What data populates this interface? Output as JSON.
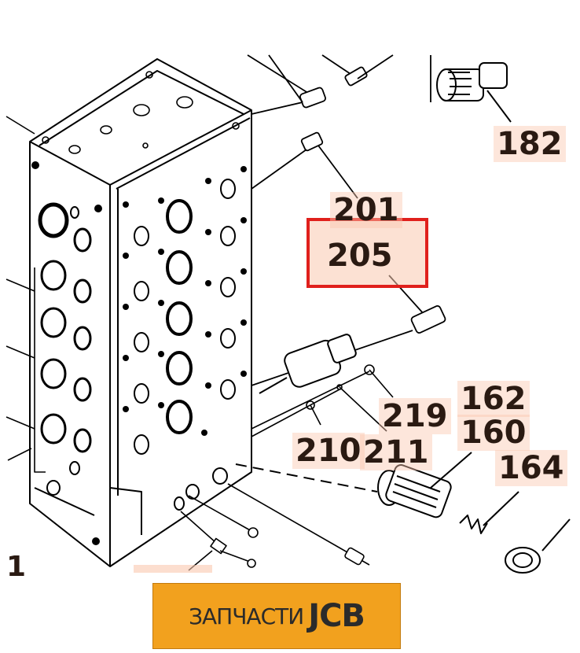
{
  "labels": {
    "l182": "182",
    "l201": "201",
    "l205": "205",
    "l162": "162",
    "l219": "219",
    "l160": "160",
    "l210": "210",
    "l211": "211",
    "l164": "164",
    "l1": "1"
  },
  "highlighted_part": "205",
  "brand": {
    "text": "ЗАПЧАСТИ",
    "mark": "JCB"
  },
  "colors": {
    "highlight_border": "#e0201c",
    "label_tint": "#fac8af",
    "brand_background": "#f2a11e",
    "ink": "#000000"
  }
}
